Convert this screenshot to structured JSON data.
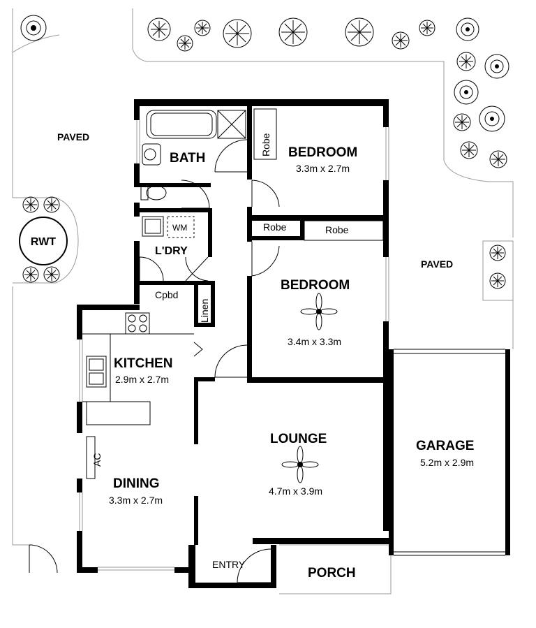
{
  "rooms": {
    "bath": "BATH",
    "bed1": "BEDROOM",
    "bed1_dim": "3.3m x 2.7m",
    "robe1": "Robe",
    "robe2": "Robe",
    "robe3": "Robe",
    "bed2": "BEDROOM",
    "bed2_dim": "3.4m x 3.3m",
    "laundry": "L'DRY",
    "wm": "WM",
    "cpbd": "Cpbd",
    "linen": "Linen",
    "kitchen": "KITCHEN",
    "kitchen_dim": "2.9m x 2.7m",
    "lounge": "LOUNGE",
    "lounge_dim": "4.7m x 3.9m",
    "garage": "GARAGE",
    "garage_dim": "5.2m x 2.9m",
    "dining": "DINING",
    "dining_dim": "3.3m x 2.7m",
    "ac": "AC",
    "entry": "ENTRY",
    "porch": "PORCH"
  },
  "site": {
    "paved_left": "PAVED",
    "paved_right": "PAVED",
    "rwt": "RWT"
  }
}
